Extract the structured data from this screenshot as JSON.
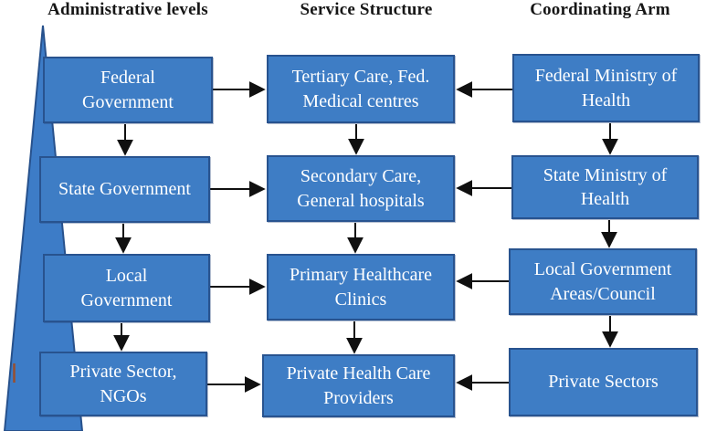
{
  "headers": {
    "administrative": "Administrative levels",
    "service": "Service Structure",
    "coordinating": "Coordinating Arm"
  },
  "nodes": {
    "administrative": [
      {
        "id": "federal-government",
        "label": "Federal\nGovernment"
      },
      {
        "id": "state-government",
        "label": "State Government"
      },
      {
        "id": "local-government",
        "label": "Local\nGovernment"
      },
      {
        "id": "private-sector-ngos",
        "label": "Private Sector,\nNGOs"
      }
    ],
    "service": [
      {
        "id": "tertiary-care",
        "label": "Tertiary Care, Fed.\nMedical centres"
      },
      {
        "id": "secondary-care",
        "label": "Secondary Care,\nGeneral hospitals"
      },
      {
        "id": "primary-healthcare",
        "label": "Primary Healthcare\nClinics"
      },
      {
        "id": "private-health-care-providers",
        "label": "Private Health Care\nProviders"
      }
    ],
    "coordinating": [
      {
        "id": "federal-ministry-of-health",
        "label": "Federal Ministry of\nHealth"
      },
      {
        "id": "state-ministry-of-health",
        "label": "State Ministry of\nHealth"
      },
      {
        "id": "local-government-areas-council",
        "label": "Local Government\nAreas/Council"
      },
      {
        "id": "private-sectors",
        "label": "Private Sectors"
      }
    ]
  },
  "edges": [
    {
      "from": "federal-government",
      "to": "tertiary-care",
      "direction": "right"
    },
    {
      "from": "state-government",
      "to": "secondary-care",
      "direction": "right"
    },
    {
      "from": "local-government",
      "to": "primary-healthcare",
      "direction": "right"
    },
    {
      "from": "private-sector-ngos",
      "to": "private-health-care-providers",
      "direction": "right"
    },
    {
      "from": "federal-ministry-of-health",
      "to": "tertiary-care",
      "direction": "left"
    },
    {
      "from": "state-ministry-of-health",
      "to": "secondary-care",
      "direction": "left"
    },
    {
      "from": "local-government-areas-council",
      "to": "primary-healthcare",
      "direction": "left"
    },
    {
      "from": "private-sectors",
      "to": "private-health-care-providers",
      "direction": "left"
    },
    {
      "from": "federal-government",
      "to": "state-government",
      "direction": "down"
    },
    {
      "from": "state-government",
      "to": "local-government",
      "direction": "down"
    },
    {
      "from": "local-government",
      "to": "private-sector-ngos",
      "direction": "down"
    },
    {
      "from": "tertiary-care",
      "to": "secondary-care",
      "direction": "down"
    },
    {
      "from": "secondary-care",
      "to": "primary-healthcare",
      "direction": "down"
    },
    {
      "from": "primary-healthcare",
      "to": "private-health-care-providers",
      "direction": "down"
    },
    {
      "from": "federal-ministry-of-health",
      "to": "state-ministry-of-health",
      "direction": "down"
    },
    {
      "from": "state-ministry-of-health",
      "to": "local-government-areas-council",
      "direction": "down"
    },
    {
      "from": "local-government-areas-council",
      "to": "private-sectors",
      "direction": "down"
    }
  ],
  "colors": {
    "box_fill": "#3e7dc5",
    "box_border": "#28538f",
    "box_text": "#ffffff",
    "arrow": "#101010",
    "header_text": "#161616",
    "wedge_fill": "#3d7cc7",
    "wedge_border": "#27518c",
    "tick": "#9a4e2d",
    "background": "#ffffff"
  }
}
